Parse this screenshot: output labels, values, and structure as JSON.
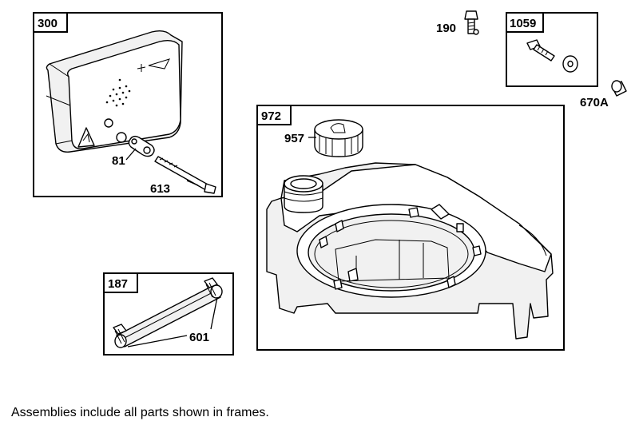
{
  "frames": {
    "muffler": {
      "tag": "300",
      "callouts": {
        "gasket": "81",
        "bolt": "613"
      }
    },
    "fuel_line": {
      "tag": "187",
      "callouts": {
        "hose": "601"
      }
    },
    "tank": {
      "tag": "972",
      "callouts": {
        "cap": "957"
      }
    },
    "screw_kit": {
      "tag": "1059"
    }
  },
  "loose_parts": {
    "screw": "190",
    "spacer": "670A"
  },
  "footnote": "Assemblies include all parts shown in frames."
}
